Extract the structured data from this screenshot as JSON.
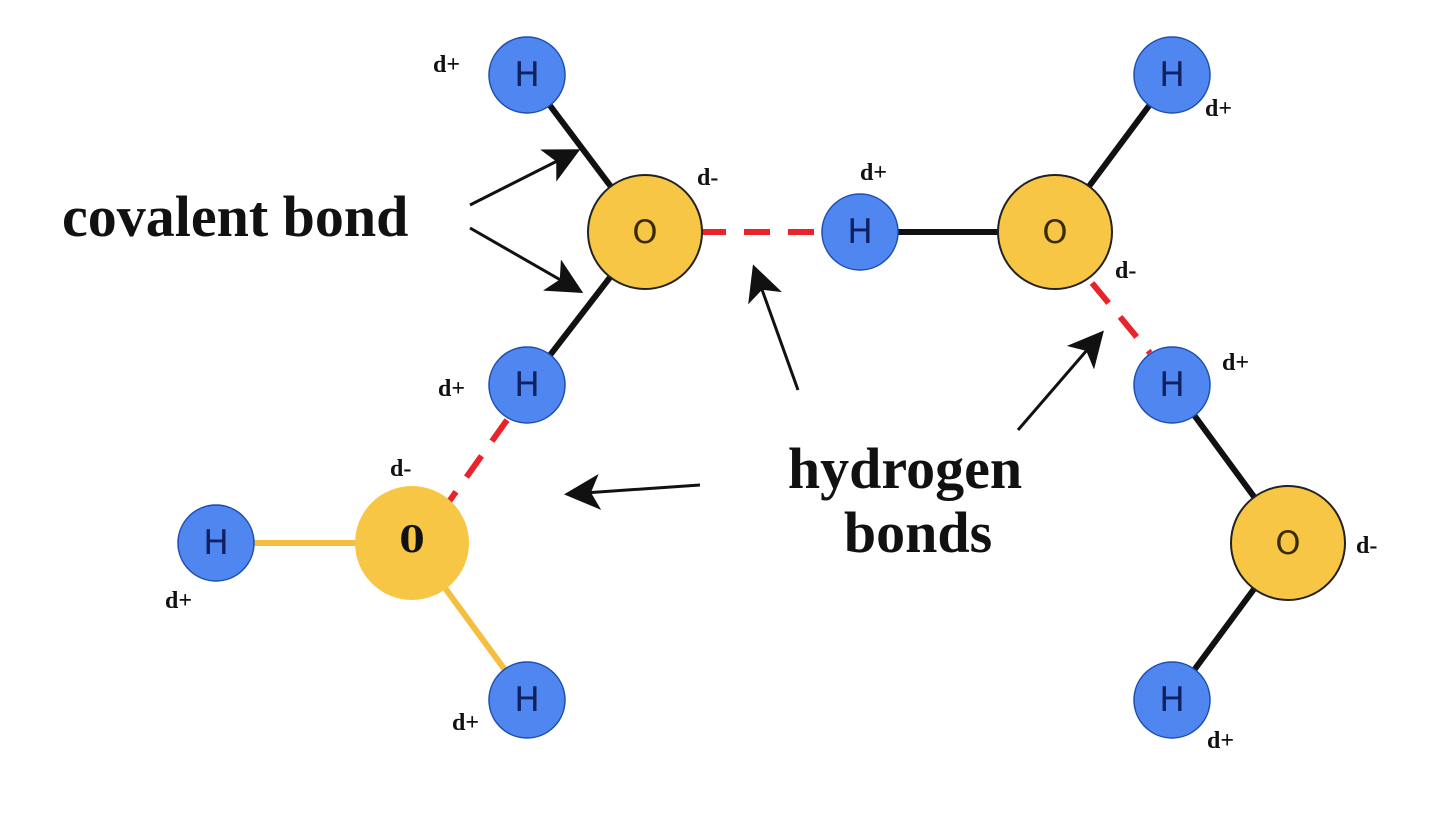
{
  "labels": {
    "covalent": "covalent bond",
    "hydrogen_line1": "hydrogen",
    "hydrogen_line2": "bonds"
  },
  "atoms": {
    "hydrogen": "H",
    "oxygen": "O",
    "oxygen_bold": "0"
  },
  "charges": {
    "positive": "d+",
    "negative": "d-"
  },
  "colors": {
    "hydrogen_atom": "#4f86f0",
    "oxygen_atom": "#f8c645",
    "hydrogen_bond": "#e8232a",
    "covalent_bond": "#111111"
  }
}
